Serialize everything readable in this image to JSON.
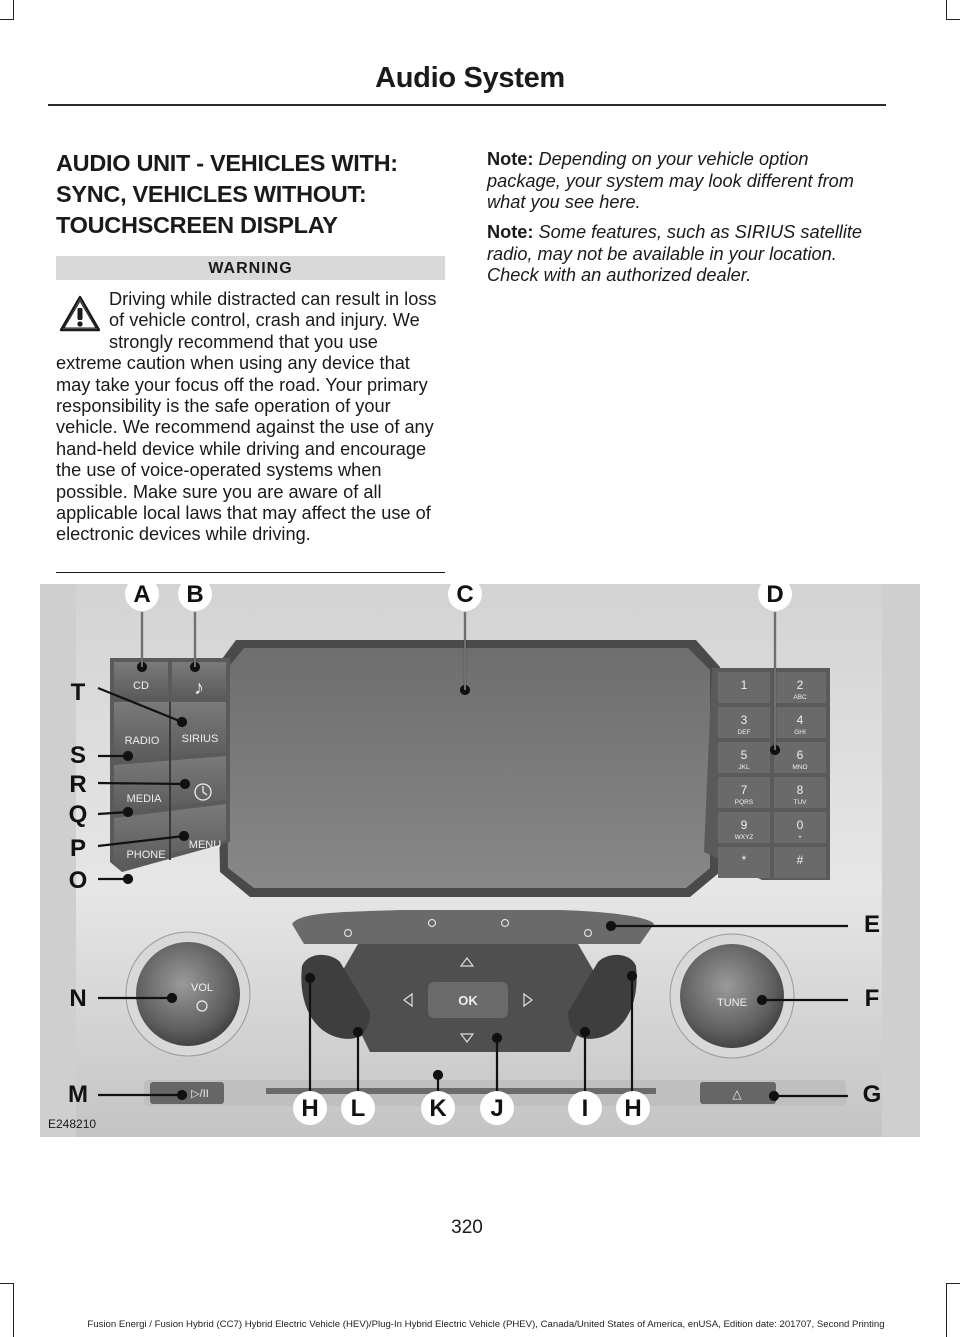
{
  "header": {
    "title": "Audio System"
  },
  "section": {
    "heading_lines": [
      "AUDIO UNIT - VEHICLES WITH:",
      "SYNC, VEHICLES WITHOUT:",
      "TOUCHSCREEN DISPLAY"
    ]
  },
  "warning": {
    "label": "WARNING",
    "icon": "warning-triangle-icon",
    "text": "Driving while distracted can result in loss of vehicle control, crash and injury. We strongly recommend that you use extreme caution when using any device that may take your focus off the road. Your primary responsibility is the safe operation of your vehicle. We recommend against the use of any hand-held device while driving and encourage the use of voice-operated systems when possible. Make sure you are aware of all applicable local laws that may affect the use of electronic devices while driving."
  },
  "notes": [
    {
      "label": "Note:",
      "text": "Depending on your vehicle option package, your system may look different from what you see here."
    },
    {
      "label": "Note:",
      "text": "Some features, such as SIRIUS satellite radio, may not be available in your location. Check with an authorized dealer."
    }
  ],
  "figure": {
    "id": "E248210",
    "callouts": [
      "A",
      "B",
      "C",
      "D",
      "E",
      "F",
      "G",
      "H",
      "I",
      "J",
      "K",
      "L",
      "H",
      "M",
      "N",
      "O",
      "P",
      "Q",
      "R",
      "S",
      "T"
    ],
    "left_panel_buttons": [
      "CD",
      "♪",
      "RADIO",
      "SIRIUS",
      "MEDIA",
      "PHONE",
      "MENU"
    ],
    "keypad": [
      {
        "num": "1",
        "sub": ""
      },
      {
        "num": "2",
        "sub": "ABC"
      },
      {
        "num": "3",
        "sub": "DEF"
      },
      {
        "num": "4",
        "sub": "GHI"
      },
      {
        "num": "5",
        "sub": "JKL"
      },
      {
        "num": "6",
        "sub": "MNO"
      },
      {
        "num": "7",
        "sub": "PQRS"
      },
      {
        "num": "8",
        "sub": "TUV"
      },
      {
        "num": "9",
        "sub": "WXYZ"
      },
      {
        "num": "0",
        "sub": "+"
      },
      {
        "num": "*",
        "sub": ""
      },
      {
        "num": "#",
        "sub": ""
      }
    ],
    "knobs": {
      "left": "VOL",
      "right": "TUNE"
    },
    "center": {
      "ok": "OK"
    }
  },
  "page_number": "320",
  "footer": "Fusion Energi / Fusion Hybrid (CC7) Hybrid Electric Vehicle (HEV)/Plug-In Hybrid Electric Vehicle (PHEV), Canada/United States of America, enUSA, Edition date: 201707, Second Printing"
}
